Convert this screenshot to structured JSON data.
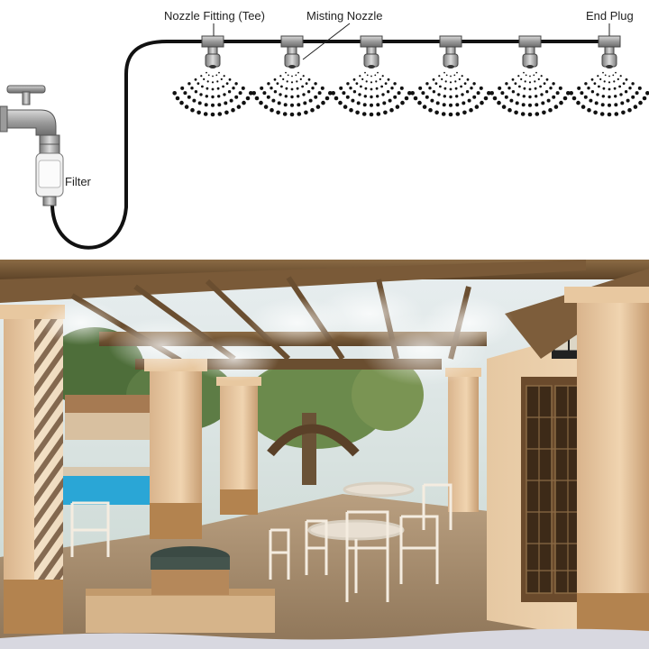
{
  "diagram": {
    "labels": {
      "nozzle_fitting": "Nozzle Fitting (Tee)",
      "misting_nozzle": "Misting Nozzle",
      "end_plug": "End Plug",
      "filter": "Filter"
    },
    "nozzle_count": 6,
    "colors": {
      "tube": "#111111",
      "fitting": "#8a8a8a",
      "spray_dot": "#111111"
    }
  },
  "photo": {
    "description_icons": [
      "pergola",
      "columns",
      "patio-chairs",
      "pool",
      "wall-lantern",
      "mist-plumes",
      "french-doors",
      "planter"
    ]
  }
}
